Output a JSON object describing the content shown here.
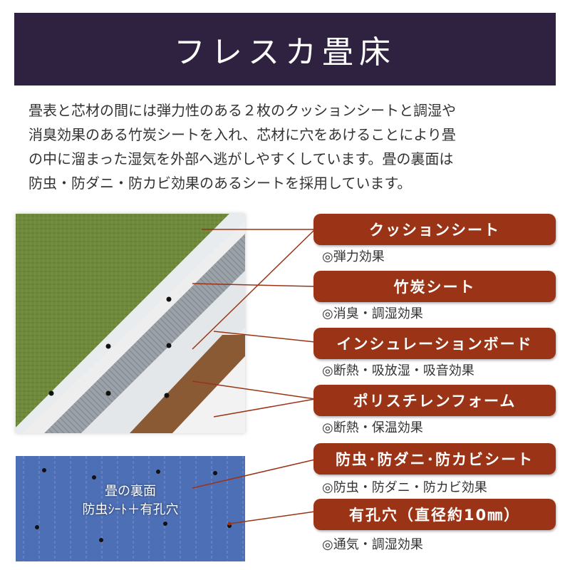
{
  "header": {
    "title": "フレスカ畳床"
  },
  "description": {
    "lines": [
      "畳表と芯材の間には弾力性のある２枚のクッションシートと調湿や",
      "消臭効果のある竹炭シートを入れ、芯材に穴をあけることにより畳",
      "の中に溜まった湿気を外部へ逃がしやすくしています。畳の裏面は",
      "防虫・防ダニ・防カビ効果のあるシートを採用しています。"
    ]
  },
  "back_panel": {
    "line1": "畳の裏面",
    "line2": "防虫ｼｰﾄ＋有孔穴"
  },
  "layers": [
    {
      "name": "クッションシート",
      "effect": "◎弾力効果"
    },
    {
      "name": "竹炭シート",
      "effect": "◎消臭・調湿効果"
    },
    {
      "name": "インシュレーションボード",
      "effect": "◎断熱・吸放湿・吸音効果"
    },
    {
      "name": "ポリスチレンフォーム",
      "effect": "◎断熱・保温効果"
    },
    {
      "name": "防虫･防ダニ･防カビシート",
      "effect": "◎防虫・防ダニ・防カビ効果"
    },
    {
      "name": "有孔穴（直径約10㎜）",
      "effect": "◎通気・調湿効果"
    }
  ],
  "colors": {
    "header_bg": "#2f2140",
    "label_bg": "#9b3416",
    "leader_line": "#9b3416",
    "tatami_green": "#6f8a3c",
    "charcoal_sheet": "#8c949c",
    "board_brown": "#8a5a34",
    "back_blue": "#4d6fb5"
  }
}
